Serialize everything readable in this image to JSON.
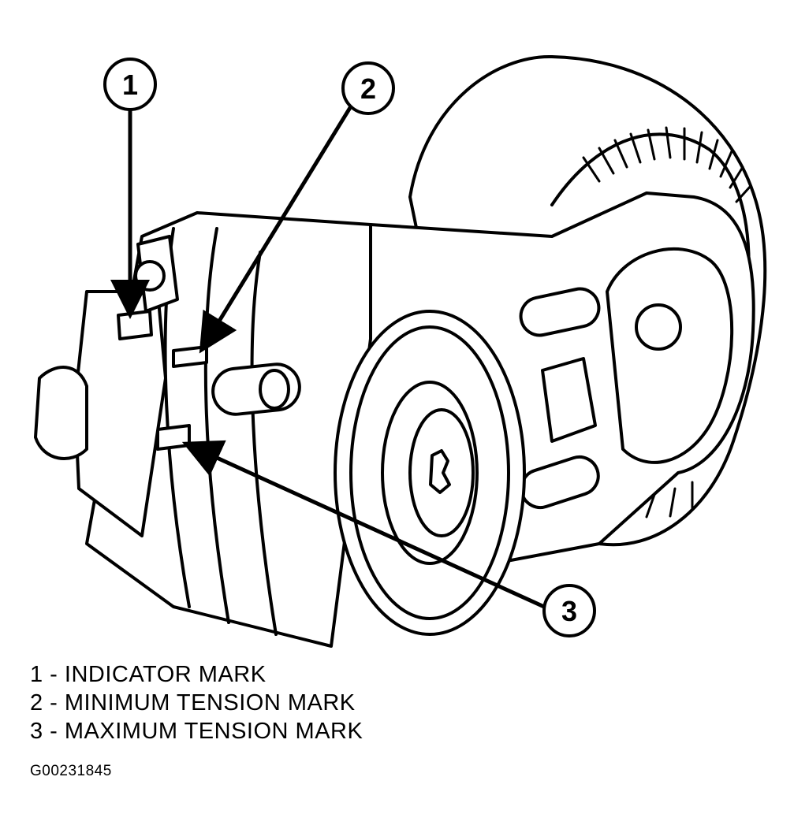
{
  "callouts": [
    {
      "number": "1",
      "text": "INDICATOR MARK"
    },
    {
      "number": "2",
      "text": "MINIMUM TENSION MARK"
    },
    {
      "number": "3",
      "text": "MAXIMUM TENSION MARK"
    }
  ],
  "legend": [
    "1 - INDICATOR MARK",
    "2 - MINIMUM TENSION MARK",
    "3 - MAXIMUM TENSION MARK"
  ],
  "figure_id": "G00231845",
  "colors": {
    "line": "#000000",
    "background": "#ffffff"
  }
}
